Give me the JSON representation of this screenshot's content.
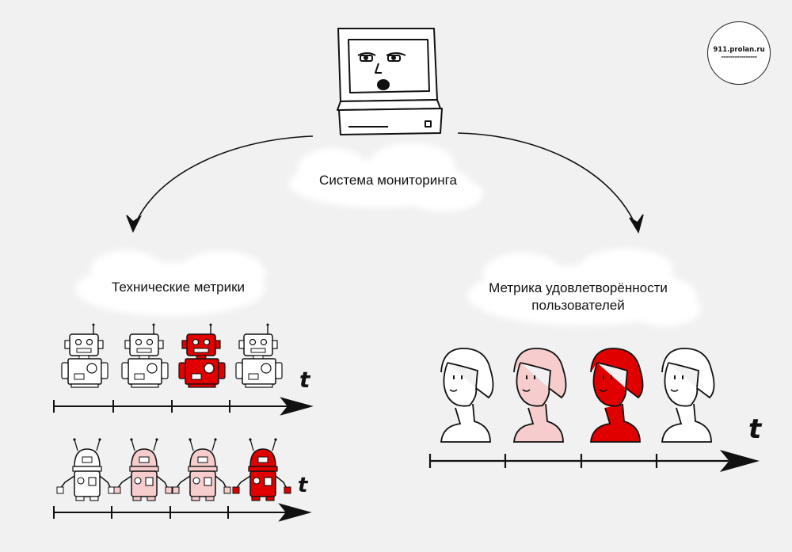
{
  "title": "Система мониторинга",
  "left_title": "Технические метрики",
  "right_title": "Метрика удовлетворённости пользователей",
  "time_symbol": "t",
  "watermark": {
    "site": "911.prolan.ru",
    "underline": "----------------"
  },
  "colors": {
    "alert_red": "#e00000",
    "pink": "#f6cccc",
    "light": "#ffffff",
    "ink": "#111111"
  },
  "rows": {
    "robots_top": {
      "states": [
        "normal",
        "normal",
        "alert",
        "normal"
      ]
    },
    "robots_bottom": {
      "states": [
        "normal",
        "warning",
        "warning",
        "alert"
      ]
    },
    "users": {
      "states": [
        "normal",
        "warning",
        "alert",
        "normal"
      ]
    }
  },
  "icons": [
    "computer-monitor-icon",
    "robot-icon",
    "user-bust-icon",
    "arrow-icon",
    "cloud-icon"
  ]
}
